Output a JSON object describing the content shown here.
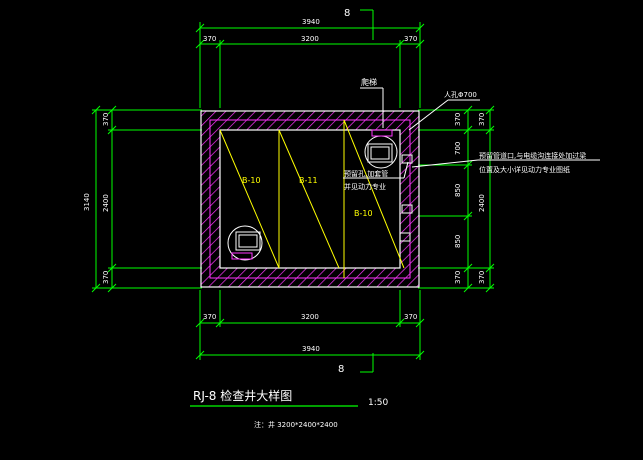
{
  "colors": {
    "background": "#000000",
    "line": "#ffffff",
    "dimension": "#00ff00",
    "hatch": "#ff33ff",
    "slab": "#ffff00",
    "callout": "#00ff00"
  },
  "drawing": {
    "section_mark": "8",
    "dims": {
      "total_width": "3940",
      "side_width": "370",
      "inner_width": "3200",
      "total_height": "3140",
      "inner_height": "2400",
      "pipe_offset_top": "700",
      "pipe_mid": "850",
      "pipe_offset_bottom": "850"
    },
    "slabs": [
      "B-10",
      "B-11",
      "B-10"
    ],
    "labels": {
      "ladder": "爬梯",
      "manhole": "人孔Φ700",
      "reserved_hole_1": "预留孔,加套管",
      "reserved_hole_2": "并见动力专业",
      "pipe_note_1": "预留管道口,与电缆沟连接处加过梁",
      "pipe_note_2": "位置及大小详见动力专业图纸"
    },
    "title": "RJ-8  检查井大样图",
    "scale": "1:50",
    "note": "注：井 3200*2400*2400"
  }
}
